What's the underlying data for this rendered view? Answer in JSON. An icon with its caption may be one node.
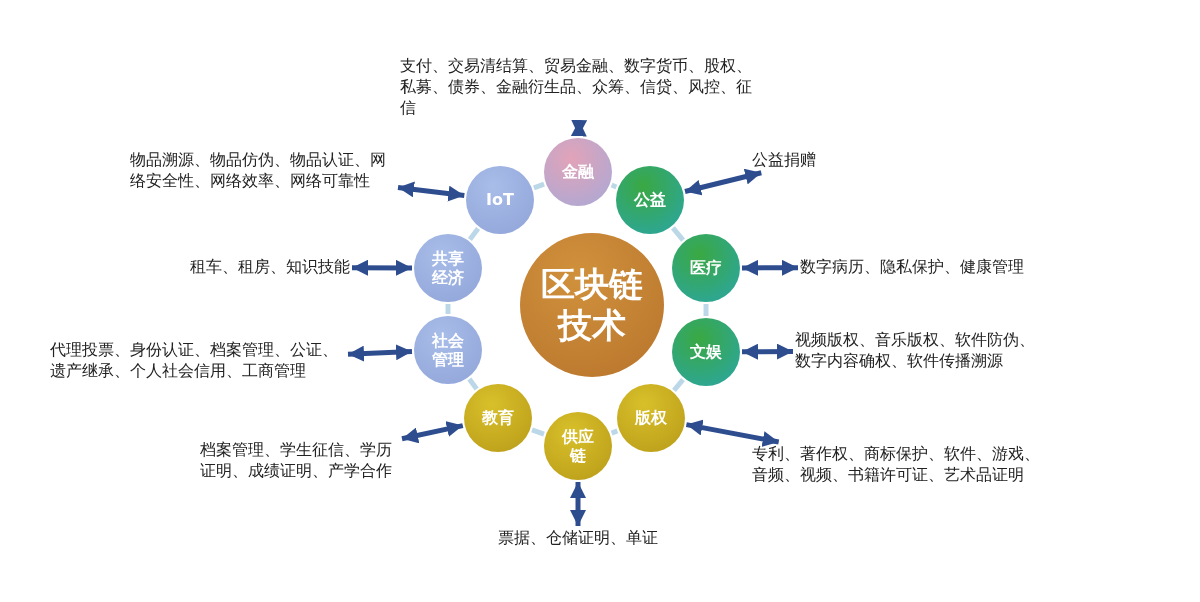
{
  "diagram": {
    "nodes": [
      {
        "text": [
          "区块链技术"
        ]
      },
      {
        "text": [
          "金融"
        ]
      },
      {
        "text": [
          "公益"
        ]
      },
      {
        "text": [
          "医疗"
        ]
      },
      {
        "text": [
          "文娱"
        ]
      },
      {
        "text": [
          "版权"
        ]
      },
      {
        "text": [
          "供应链"
        ]
      },
      {
        "text": [
          "教育"
        ]
      },
      {
        "text": [
          "社会管理"
        ]
      },
      {
        "text": [
          "共享经济"
        ]
      },
      {
        "text": [
          "IoT"
        ]
      },
      {
        "text": [
          "支付、交易清结算、贸易金融、数字货币、股权、私募、债券、金融衍生品、众筹、信贷、风控、征信"
        ]
      },
      {
        "text": [
          "公益捐赠"
        ]
      },
      {
        "text": [
          "数字病历、隐私保护、健康管理"
        ]
      },
      {
        "text": [
          "视频版权、音乐版权、软件防伪、数字内容确权、软件传播溯源"
        ]
      },
      {
        "text": [
          "专利、著作权、商标保护、软件、游戏、音频、视频、书籍许可证、艺术品证明"
        ]
      },
      {
        "text": [
          "票据、仓储证明、单证"
        ]
      },
      {
        "text": [
          "档案管理、学生征信、学历证明、成绩证明、产学合作"
        ]
      },
      {
        "text": [
          "代理投票、身份认证、档案管理、公证、遗产继承、个人社会信用、工商管理"
        ]
      },
      {
        "text": [
          "租车、租房、知识技能"
        ]
      },
      {
        "text": [
          "物品溯源、物品仿伪、物品认证、网络安全性、网络效率、网络可靠性"
        ]
      }
    ],
    "edges": [
      {
        "from": 1,
        "to": 2,
        "arrow": "none",
        "color": "#bcd8e8"
      },
      {
        "from": 2,
        "to": 3,
        "arrow": "none",
        "color": "#bcd8e8"
      },
      {
        "from": 3,
        "to": 4,
        "arrow": "none",
        "color": "#bcd8e8"
      },
      {
        "from": 4,
        "to": 5,
        "arrow": "none",
        "color": "#bcd8e8"
      },
      {
        "from": 5,
        "to": 6,
        "arrow": "none",
        "color": "#bcd8e8"
      },
      {
        "from": 6,
        "to": 7,
        "arrow": "none",
        "color": "#bcd8e8"
      },
      {
        "from": 7,
        "to": 8,
        "arrow": "none",
        "color": "#bcd8e8"
      },
      {
        "from": 8,
        "to": 9,
        "arrow": "none",
        "color": "#bcd8e8"
      },
      {
        "from": 9,
        "to": 10,
        "arrow": "none",
        "color": "#bcd8e8"
      },
      {
        "from": 10,
        "to": 1,
        "arrow": "none",
        "color": "#bcd8e8"
      },
      {
        "from": 11,
        "to": 1,
        "arrow": "both",
        "color": "#2e4d8f"
      },
      {
        "from": 12,
        "to": 2,
        "arrow": "both",
        "color": "#2e4d8f"
      },
      {
        "from": 13,
        "to": 3,
        "arrow": "both",
        "color": "#2e4d8f"
      },
      {
        "from": 14,
        "to": 4,
        "arrow": "both",
        "color": "#2e4d8f"
      },
      {
        "from": 15,
        "to": 5,
        "arrow": "both",
        "color": "#2e4d8f"
      },
      {
        "from": 16,
        "to": 6,
        "arrow": "both",
        "color": "#2e4d8f"
      },
      {
        "from": 17,
        "to": 7,
        "arrow": "both",
        "color": "#2e4d8f"
      },
      {
        "from": 18,
        "to": 8,
        "arrow": "both",
        "color": "#2e4d8f"
      },
      {
        "from": 19,
        "to": 9,
        "arrow": "both",
        "color": "#2e4d8f"
      },
      {
        "from": 20,
        "to": 10,
        "arrow": "both",
        "color": "#2e4d8f"
      }
    ]
  }
}
